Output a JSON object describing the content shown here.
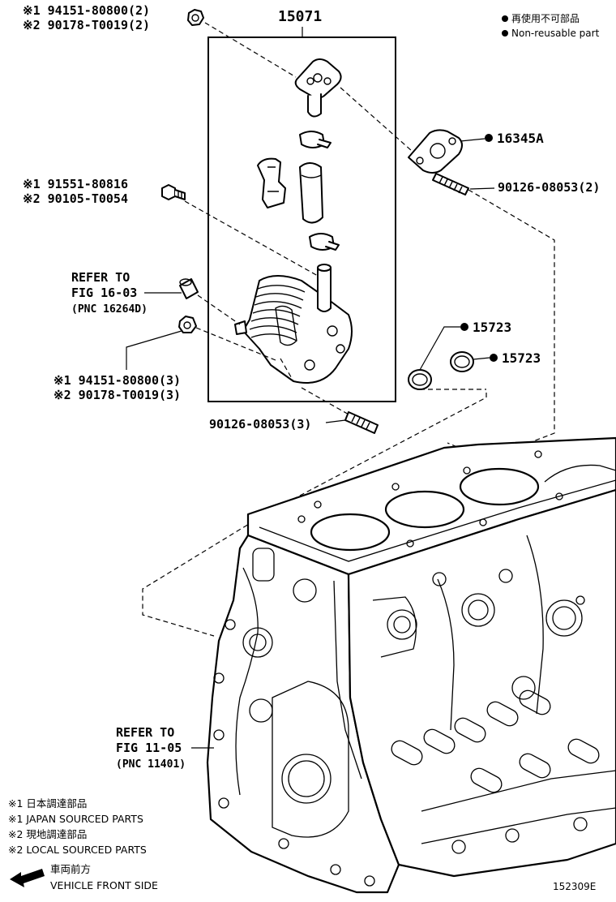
{
  "assembly": {
    "label": "15071"
  },
  "legend": {
    "non_reusable_jp": "再使用不可部品",
    "non_reusable_en": "Non-reusable part"
  },
  "callouts": {
    "nut_top_1": "※1  94151-80800(2)",
    "nut_top_2": "※2  90178-T0019(2)",
    "bolt_1": "※1  91551-80816",
    "bolt_2": "※2  90105-T0054",
    "gasket_16345a": "16345A",
    "stud_top": "90126-08053(2)",
    "oring_a": "15723",
    "oring_b": "15723",
    "nut_low_1": "※1  94151-80800(3)",
    "nut_low_2": "※2  90178-T0019(3)",
    "stud_low": "90126-08053(3)"
  },
  "references": {
    "fig16_line1": "REFER TO",
    "fig16_line2": "FIG 16-03",
    "fig16_line3": "(PNC 16264D)",
    "fig11_line1": "REFER TO",
    "fig11_line2": "FIG 11-05",
    "fig11_line3": "(PNC 11401)"
  },
  "notes": {
    "n1_jp": "※1 日本調達部品",
    "n1_en": "※1 JAPAN SOURCED PARTS",
    "n2_jp": "※2 現地調達部品",
    "n2_en": "※2 LOCAL SOURCED PARTS",
    "front_jp": "車両前方",
    "front_en": "VEHICLE FRONT SIDE"
  },
  "figure_id": "152309E",
  "icons": [
    "non-reusable-dot-icon",
    "front-arrow-icon"
  ]
}
